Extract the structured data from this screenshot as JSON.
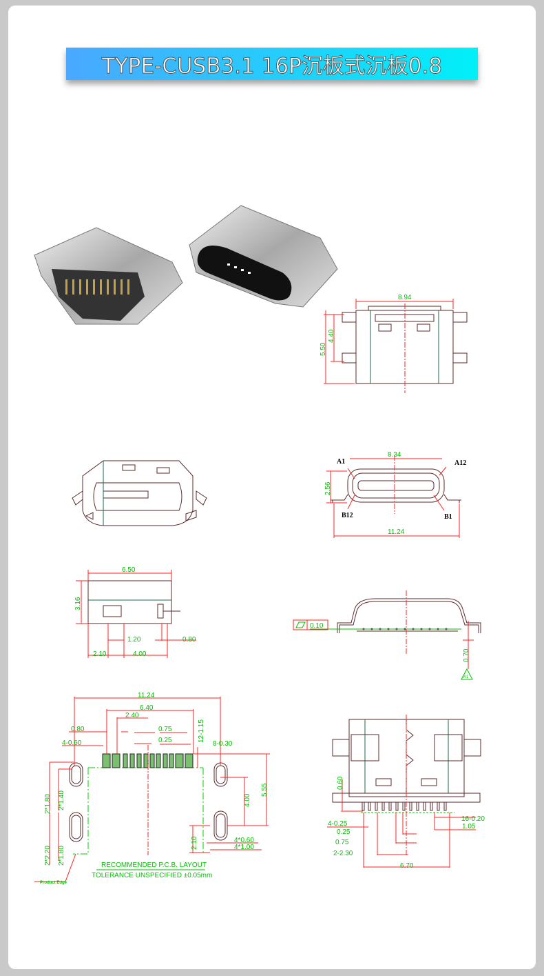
{
  "title": "TYPE-CUSB3.1 16P沉板式沉板0.8",
  "top_view": {
    "width": "8.94",
    "h1": "4.40",
    "h2": "5.50"
  },
  "front_view": {
    "width": "8.34",
    "a1": "A1",
    "a12": "A12",
    "height": "2.56",
    "b12": "B12",
    "b1": "B1",
    "overall": "11.24"
  },
  "side_view": {
    "width": "6.50",
    "height": "3.16",
    "d1": "1.20",
    "d2": "0.80",
    "d3": "2.10",
    "d4": "4.00"
  },
  "rear_view": {
    "flatness": "0.10",
    "height": "0.70",
    "datum": "A1"
  },
  "pcb_layout": {
    "overall": "11.24",
    "span": "6.40",
    "d240": "2.40",
    "d080": "0.80",
    "d075": "0.75",
    "pads4": "4-0.60",
    "d025": "0.25",
    "pads12": "12-1.15",
    "pads8": "8-0.30",
    "d555": "5.55",
    "d400": "4.00",
    "v180a": "2*1.80",
    "v140": "2*1.40",
    "v220": "2*2.20",
    "v180b": "2*1.80",
    "d210": "2.10",
    "slot060": "4*0.60",
    "slot100": "4*1.00",
    "caption": "RECOMMENDED   P.C.B.  LAYOUT",
    "tolerance": "TOLERANCE  UNSPECIFIED  ±0.05mm",
    "edge": "Product Edge"
  },
  "bottom_view": {
    "d060": "0.60",
    "pins16": "16-0.20",
    "d105": "1.05",
    "pins4": "4-0.25",
    "d025": "0.25",
    "d075": "0.75",
    "d230": "2-2.30",
    "d670": "6.70"
  }
}
